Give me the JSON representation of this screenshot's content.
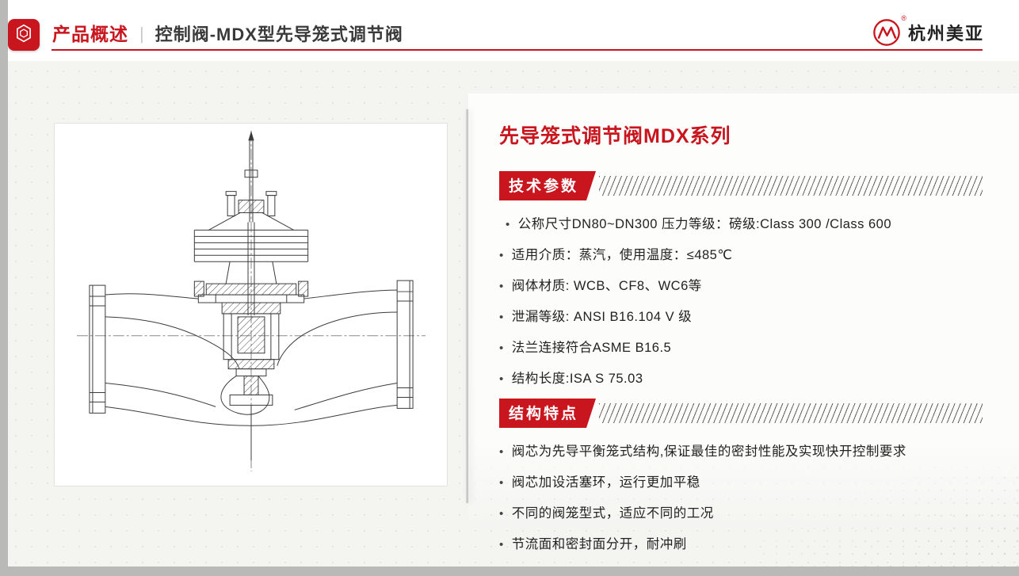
{
  "header": {
    "section_label": "产品概述",
    "divider": "|",
    "title": "控制阀-MDX型先导笼式调节阀",
    "brand_name": "杭州美亚",
    "brand_reg": "®"
  },
  "content": {
    "bullet": "•",
    "title": "先导笼式调节阀MDX系列",
    "sections": [
      {
        "badge": "技术参数",
        "items": [
          "公称尺寸DN80~DN300  压力等级：磅级:Class 300 /Class 600",
          "适用介质：蒸汽，使用温度：≤485℃",
          "阀体材质: WCB、CF8、WC6等",
          "泄漏等级: ANSI B16.104 V 级",
          "法兰连接符合ASME B16.5",
          "结构长度:ISA S 75.03"
        ]
      },
      {
        "badge": "结构特点",
        "items": [
          "阀芯为先导平衡笼式结构,保证最佳的密封性能及实现快开控制要求",
          "阀芯加设活塞环，运行更加平稳",
          "不同的阀笼型式，适应不同的工况",
          "节流面和密封面分开，耐冲刷"
        ]
      }
    ]
  },
  "colors": {
    "accent": "#c9151e",
    "text": "#222222",
    "background": "#f4f4f1"
  }
}
